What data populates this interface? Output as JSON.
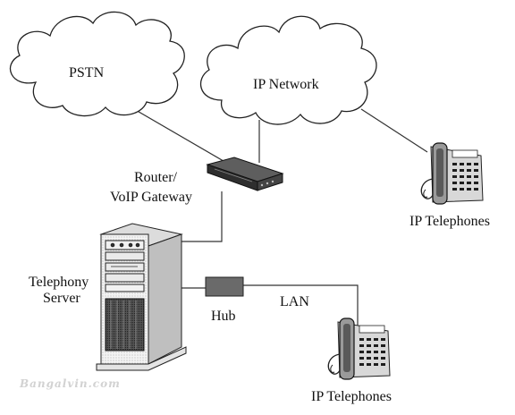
{
  "diagram": {
    "clouds": {
      "pstn": "PSTN",
      "ip_network": "IP Network"
    },
    "devices": {
      "router_line1": "Router/",
      "router_line2": "VoIP Gateway",
      "server_line1": "Telephony",
      "server_line2": "Server",
      "hub": "Hub",
      "lan": "LAN",
      "ip_phones_upper": "IP Telephones",
      "ip_phones_lower": "IP Telephones"
    },
    "watermark": "Bangalvin.com"
  }
}
